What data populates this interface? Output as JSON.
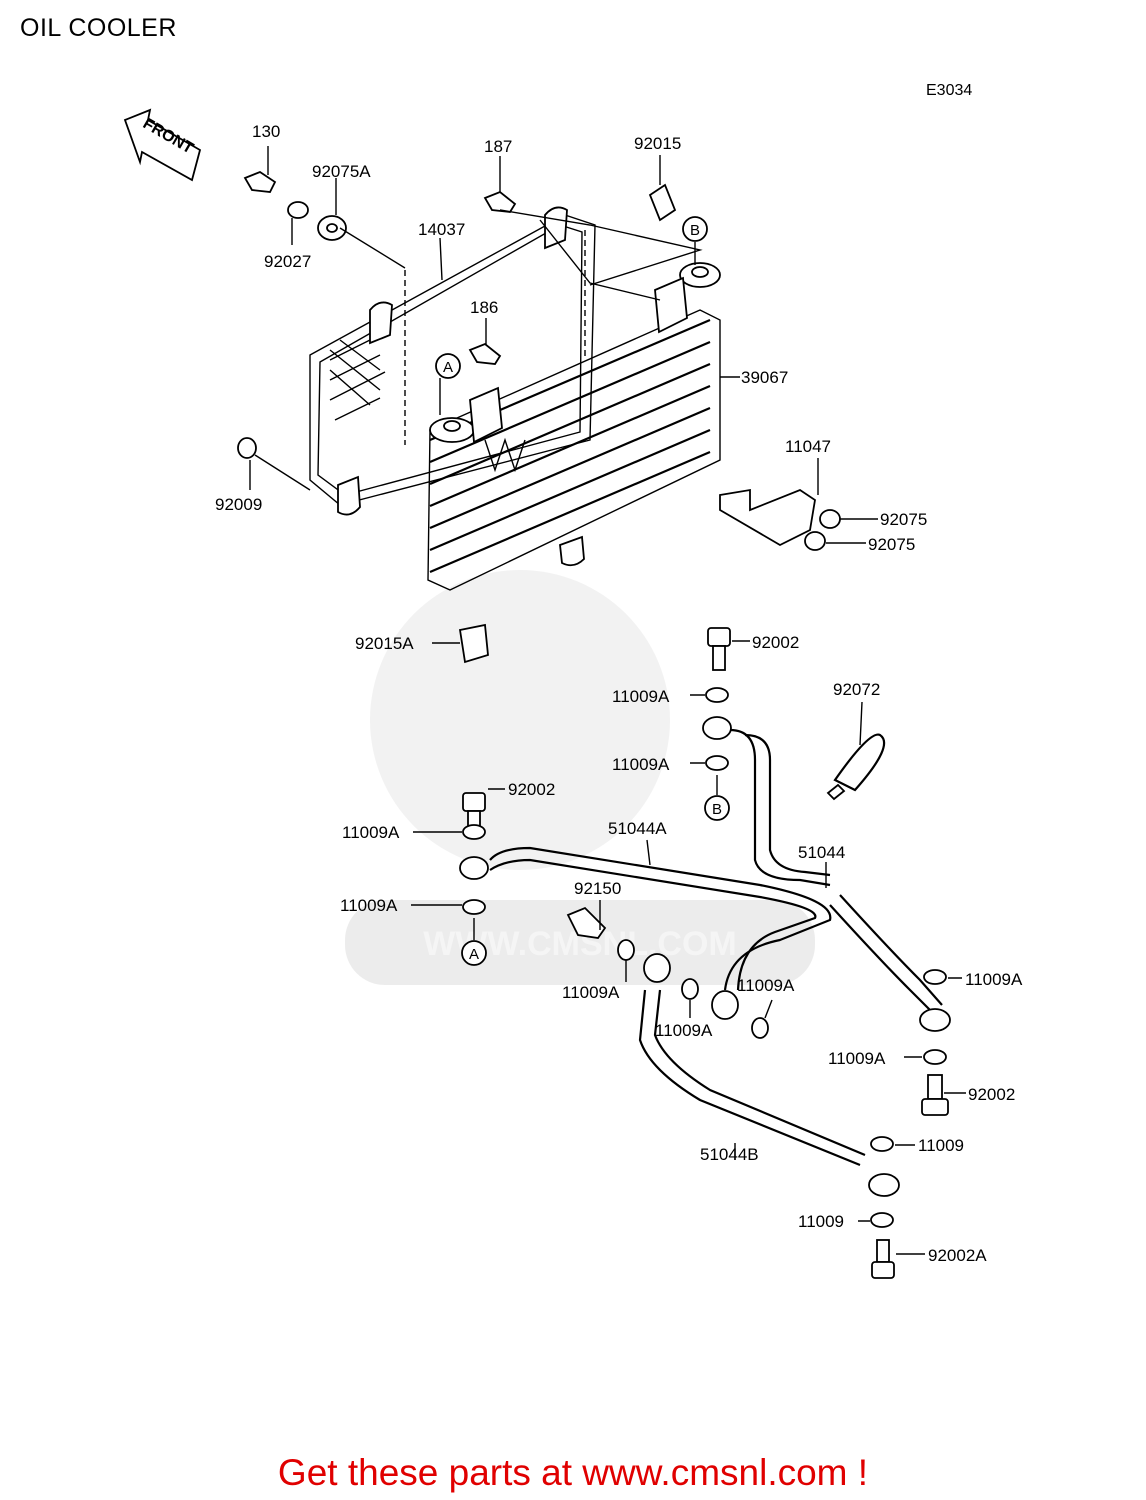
{
  "title": "OIL COOLER",
  "diagram_code": "E3034",
  "front_marker": "FRONT",
  "watermark": "WWW.CMSNL.COM",
  "callouts": {
    "a_top": "A",
    "b_top": "B",
    "b_bottom": "B",
    "a_bottom": "A"
  },
  "labels": {
    "p130": "130",
    "p92075a_top": "92075A",
    "p92027": "92027",
    "p187": "187",
    "p92015": "92015",
    "p14037": "14037",
    "p186": "186",
    "p39067": "39067",
    "p92009": "92009",
    "p11047": "11047",
    "p92075_a": "92075",
    "p92075_b": "92075",
    "p92015a": "92015A",
    "p92002_a": "92002",
    "p11009a_1": "11009A",
    "p11009a_2": "11009A",
    "p92072": "92072",
    "p92002_b": "92002",
    "p11009a_3": "11009A",
    "p51044a": "51044A",
    "p51044": "51044",
    "p11009a_4": "11009A",
    "p92150": "92150",
    "p11009a_5": "11009A",
    "p11009a_6": "11009A",
    "p11009a_7": "11009A",
    "p11009a_8": "11009A",
    "p11009a_9": "11009A",
    "p92002_c": "92002",
    "p51044b": "51044B",
    "p11009_a": "11009",
    "p11009_b": "11009",
    "p92002a": "92002A"
  },
  "footer": "Get these parts at www.cmsnl.com !"
}
